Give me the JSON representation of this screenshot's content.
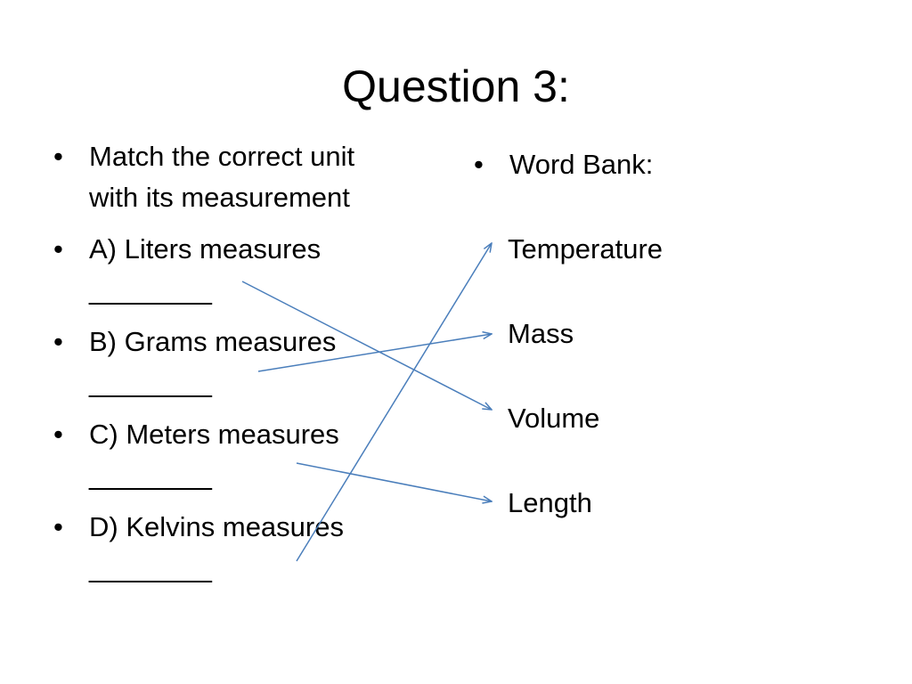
{
  "slide": {
    "title": "Question 3:",
    "left_bullets": [
      {
        "lines": [
          "Match the correct unit",
          "with its measurement"
        ]
      },
      {
        "lines": [
          "A) Liters measures",
          "________"
        ]
      },
      {
        "lines": [
          "B) Grams measures",
          "________"
        ]
      },
      {
        "lines": [
          "C) Meters measures",
          "________"
        ]
      },
      {
        "lines": [
          "D) Kelvins measures",
          "________"
        ]
      }
    ],
    "bullet_glyph": "•",
    "word_bank": {
      "heading": "Word Bank:",
      "items": [
        "Temperature",
        "Mass",
        "Volume",
        "Length"
      ]
    },
    "arrow_color": "#4a7ebb"
  }
}
